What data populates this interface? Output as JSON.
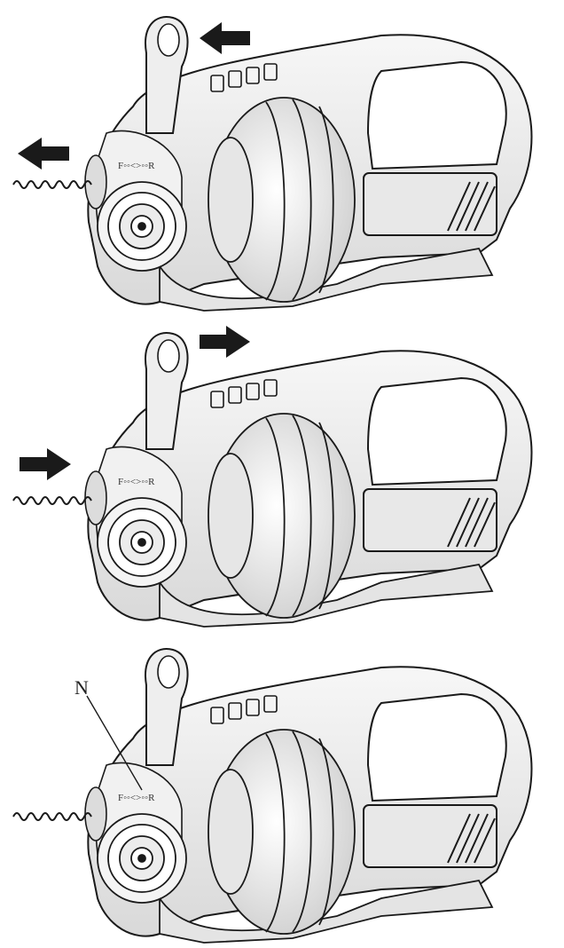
{
  "figure": {
    "panels": [
      {
        "id": "panel-1",
        "arrows": [
          "left",
          "left"
        ],
        "callout": null
      },
      {
        "id": "panel-2",
        "arrows": [
          "right",
          "right"
        ],
        "callout": null
      },
      {
        "id": "panel-3",
        "arrows": [],
        "callout": "N"
      }
    ],
    "brand_marking": "F◦◦<>◦◦R",
    "colors": {
      "outline": "#1a1a1a",
      "body": "#efefef",
      "shade": "#d6d6d6",
      "arrow": "#1a1a1a"
    }
  }
}
